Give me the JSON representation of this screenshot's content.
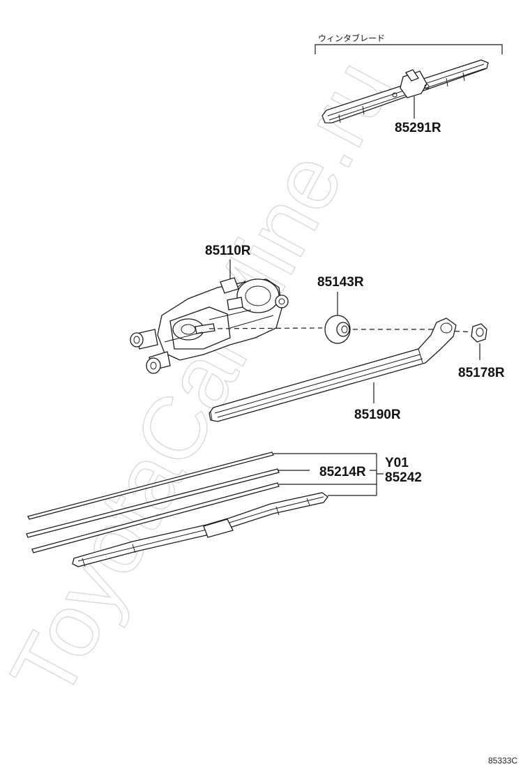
{
  "watermark": "ToyotaCarMine.ru",
  "diagram_code": "85333C",
  "colors": {
    "line": "#1a1a1a",
    "watermark": "#d9d9d9"
  },
  "parts": {
    "wiper_blade_note": "ウィンタブレード",
    "blade_85291": "85291R",
    "motor": "85110R",
    "cap": "85143R",
    "nut": "85178R",
    "arm": "85190R",
    "rubber": "85214R",
    "group_a": "Y01",
    "group_b": "85242"
  }
}
